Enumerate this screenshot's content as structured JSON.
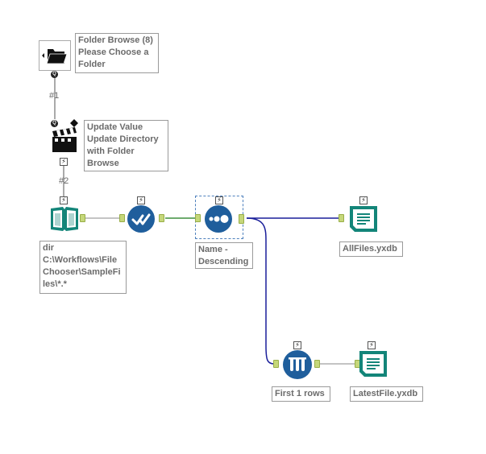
{
  "nodes": {
    "folder_browse": {
      "annotation": "Folder Browse (8)\nPlease Choose a\nFolder",
      "icon": "folder-icon"
    },
    "update_value": {
      "annotation": "Update Value\nUpdate Directory\nwith Folder\nBrowse",
      "icon": "clapperboard-icon"
    },
    "directory": {
      "annotation": "dir\nC:\\Workflows\\File\nChooser\\SampleFi\nles\\*.*",
      "icon": "book-icon"
    },
    "select": {
      "icon": "select-check-icon"
    },
    "sort": {
      "annotation": "Name -\nDescending",
      "icon": "sort-icon"
    },
    "output_all": {
      "annotation": "AllFiles.yxdb",
      "icon": "output-file-icon"
    },
    "sample": {
      "annotation": "First 1 rows",
      "icon": "sample-test-tubes-icon"
    },
    "output_latest": {
      "annotation": "LatestFile.yxdb",
      "icon": "output-file-icon"
    }
  },
  "connections": {
    "c1": "#1",
    "c2": "#2"
  },
  "badges": {
    "bolt": "⚡",
    "q": "Q"
  },
  "colors": {
    "blue_tool": "#1f5e9c",
    "teal_tool": "#138579",
    "port_fill": "#c5d77a",
    "conn_green": "#3f8f3f",
    "conn_blue": "#1a1f9a"
  }
}
